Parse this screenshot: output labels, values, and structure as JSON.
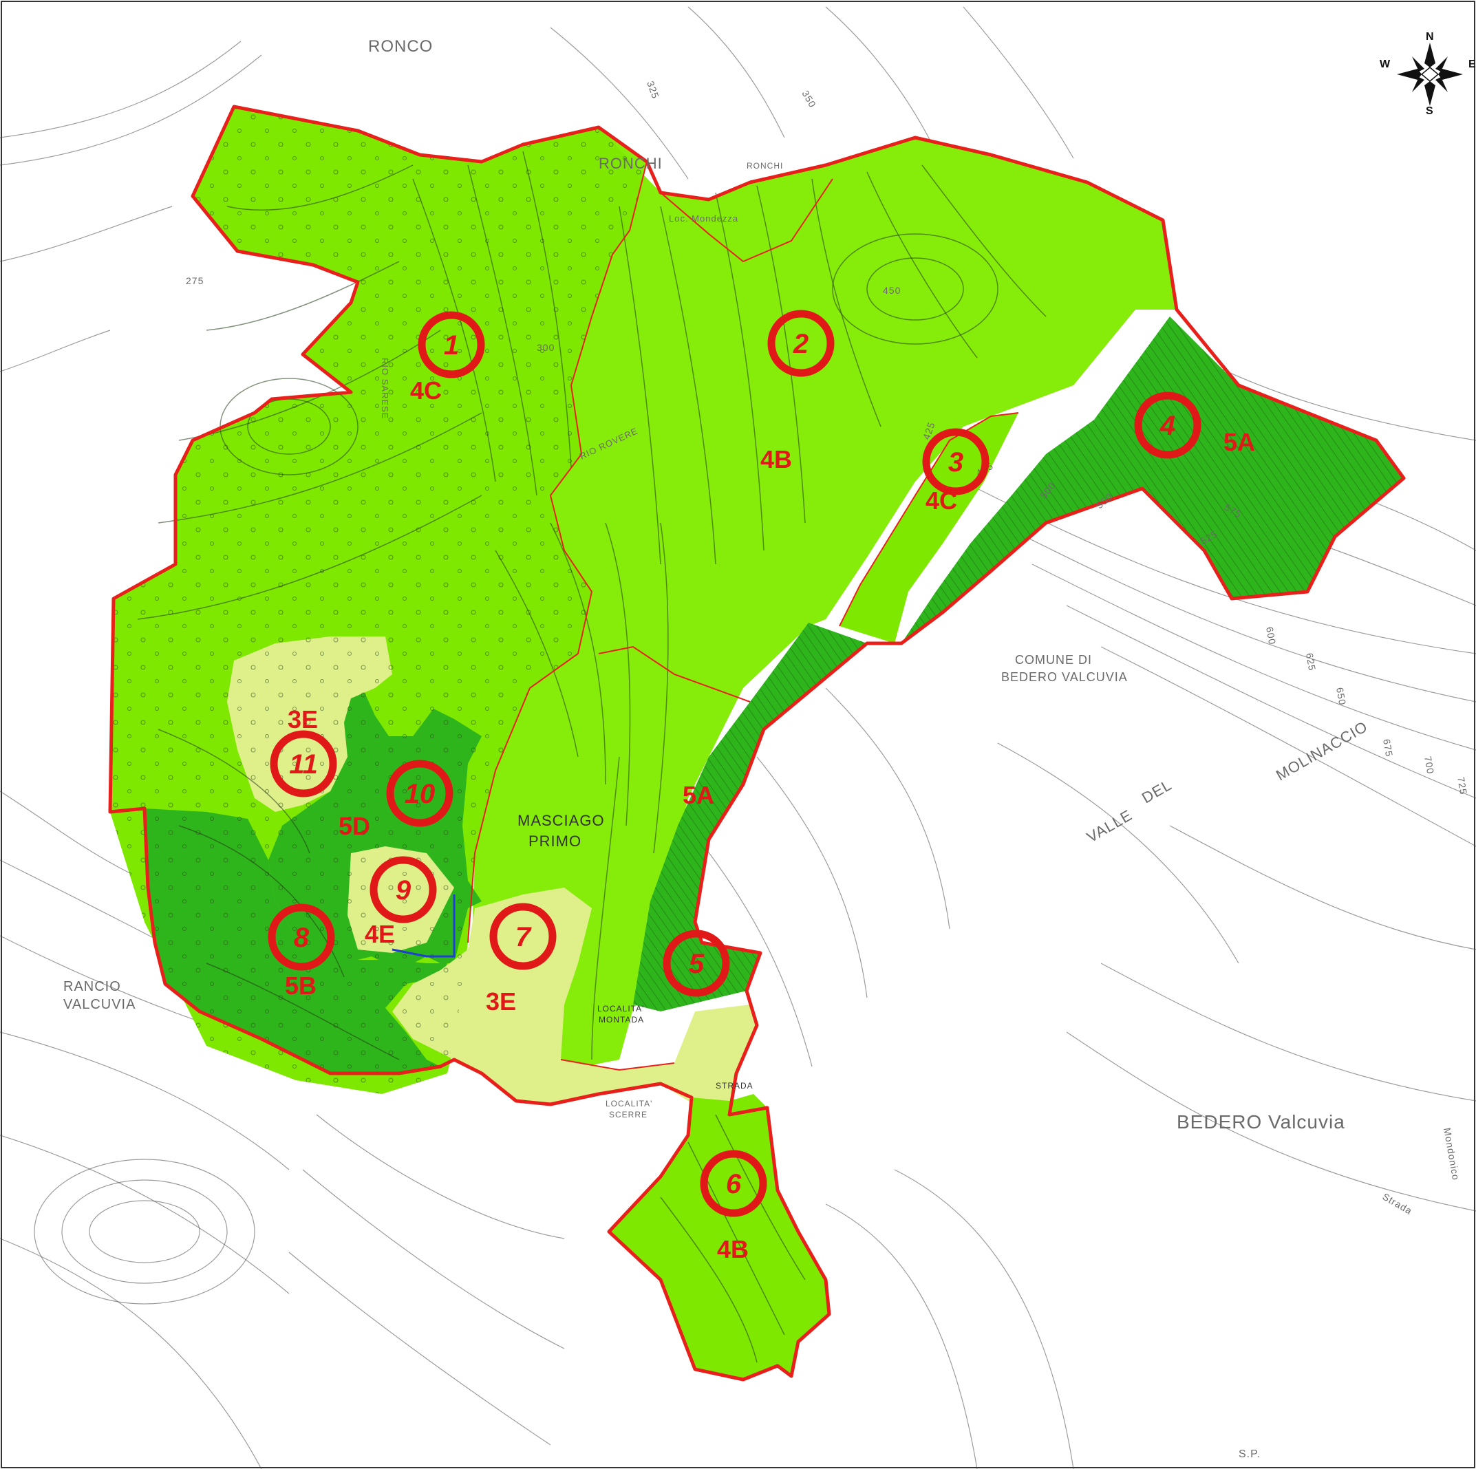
{
  "places": [
    {
      "id": "ronco",
      "text": "RONCO"
    },
    {
      "id": "ronchi",
      "text": "RONCHI"
    },
    {
      "id": "ronchi-small",
      "text": "RONCHI"
    },
    {
      "id": "loc-mondezza",
      "text": "Loc. Mondezza"
    },
    {
      "id": "rio-sarese",
      "text": "RIO SARESE"
    },
    {
      "id": "rio-rovere",
      "text": "RIO ROVERE"
    },
    {
      "id": "masciago",
      "text": "MASCIAGO"
    },
    {
      "id": "primo",
      "text": "PRIMO"
    },
    {
      "id": "rancio",
      "text": "RANCIO"
    },
    {
      "id": "valcuvia-w",
      "text": "VALCUVIA"
    },
    {
      "id": "comune-di",
      "text": "COMUNE  DI"
    },
    {
      "id": "bedero-valcuvia-small",
      "text": "BEDERO VALCUVIA"
    },
    {
      "id": "valle",
      "text": "VALLE"
    },
    {
      "id": "del",
      "text": "DEL"
    },
    {
      "id": "molinaccio",
      "text": "MOLINACCIO"
    },
    {
      "id": "bedero-valcuvia",
      "text": "BEDERO  Valcuvia"
    },
    {
      "id": "localita-montada-1",
      "text": "LOCALITA'"
    },
    {
      "id": "localita-montada-2",
      "text": "MONTADA"
    },
    {
      "id": "localita-scerre-1",
      "text": "LOCALITA'"
    },
    {
      "id": "localita-scerre-2",
      "text": "SCERRE"
    },
    {
      "id": "strada",
      "text": "STRADA"
    },
    {
      "id": "strada-e",
      "text": "Strada"
    },
    {
      "id": "mondonico",
      "text": "Mondonico"
    },
    {
      "id": "sp",
      "text": "S.P."
    }
  ],
  "contour_labels": [
    "275",
    "300",
    "325",
    "350",
    "425",
    "450",
    "475",
    "500",
    "525",
    "550",
    "575",
    "600",
    "625",
    "650",
    "675",
    "700",
    "725"
  ],
  "zone_labels": [
    {
      "id": "z-4c-1",
      "text": "4C"
    },
    {
      "id": "z-4b-1",
      "text": "4B"
    },
    {
      "id": "z-4c-2",
      "text": "4C"
    },
    {
      "id": "z-5a-1",
      "text": "5A"
    },
    {
      "id": "z-3e-1",
      "text": "3E"
    },
    {
      "id": "z-5d",
      "text": "5D"
    },
    {
      "id": "z-5a-2",
      "text": "5A"
    },
    {
      "id": "z-4e",
      "text": "4E"
    },
    {
      "id": "z-5b",
      "text": "5B"
    },
    {
      "id": "z-3e-2",
      "text": "3E"
    },
    {
      "id": "z-4b-2",
      "text": "4B"
    }
  ],
  "sites": [
    {
      "id": "site-1",
      "number": "1"
    },
    {
      "id": "site-2",
      "number": "2"
    },
    {
      "id": "site-3",
      "number": "3"
    },
    {
      "id": "site-4",
      "number": "4"
    },
    {
      "id": "site-5",
      "number": "5"
    },
    {
      "id": "site-6",
      "number": "6"
    },
    {
      "id": "site-7",
      "number": "7"
    },
    {
      "id": "site-8",
      "number": "8"
    },
    {
      "id": "site-9",
      "number": "9"
    },
    {
      "id": "site-10",
      "number": "10"
    },
    {
      "id": "site-11",
      "number": "11"
    }
  ],
  "compass": {
    "n": "N",
    "s": "S",
    "e": "E",
    "w": "W"
  },
  "colors": {
    "zone_light": "#7ee800",
    "zone_dark": "#2fb51c",
    "zone_pale": "#dfef8a",
    "boundary": "#e8201c",
    "marker": "#e01818"
  }
}
